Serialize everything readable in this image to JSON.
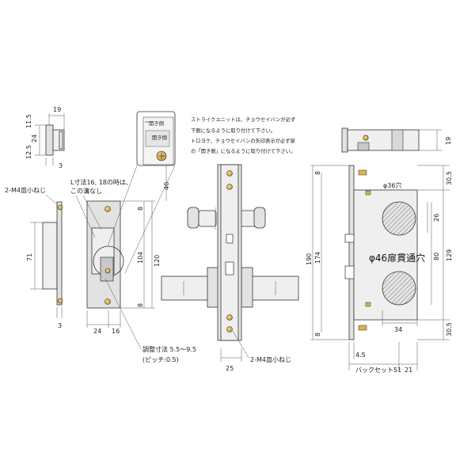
{
  "notes": {
    "line1": "ストライクユニットは、チョウセイバンが必ず",
    "line2": "下側になるように取り付けて下さい。",
    "line3": "トロヨケ、チョウセイバンの矢印表示が必ず扉",
    "line4": "の「開き側」になるように取り付けて下さい。"
  },
  "inset": {
    "label1": "開き側",
    "label2": "開き側"
  },
  "labels": {
    "screw_left": "2-M4皿小ねじ",
    "l_dim_1": "L寸法16, 18の時は、",
    "l_dim_2": "この溝なし",
    "adjust_1": "調整寸法 5.5〜9.5",
    "adjust_2": "(ピッチ:0.5)",
    "screw_bottom": "2-M4皿小ねじ",
    "hole36": "φ36穴",
    "through_hole": "φ46扉貫通穴",
    "backset": "バックセット51"
  },
  "dims": {
    "d19a": "19",
    "d11_5": "11.5",
    "d24a": "24",
    "d12_5": "12.5",
    "d3a": "3",
    "d71": "71",
    "d3b": "3",
    "d40": "40",
    "d8a": "8",
    "d104": "104",
    "d120": "120",
    "d8b": "8",
    "d24b": "24",
    "d16": "16",
    "d25": "25",
    "d190": "190",
    "d174": "174",
    "d8c": "8",
    "d8d": "8",
    "d19b": "19",
    "d30_5a": "30.5",
    "d26": "26",
    "d129": "129",
    "d80": "80",
    "d30_5b": "30.5",
    "d34": "34",
    "d4_5": "4.5",
    "d21": "21"
  },
  "colors": {
    "plate": "#e2e2e2",
    "screw": "#d9b24a",
    "hatch": "#777777"
  }
}
